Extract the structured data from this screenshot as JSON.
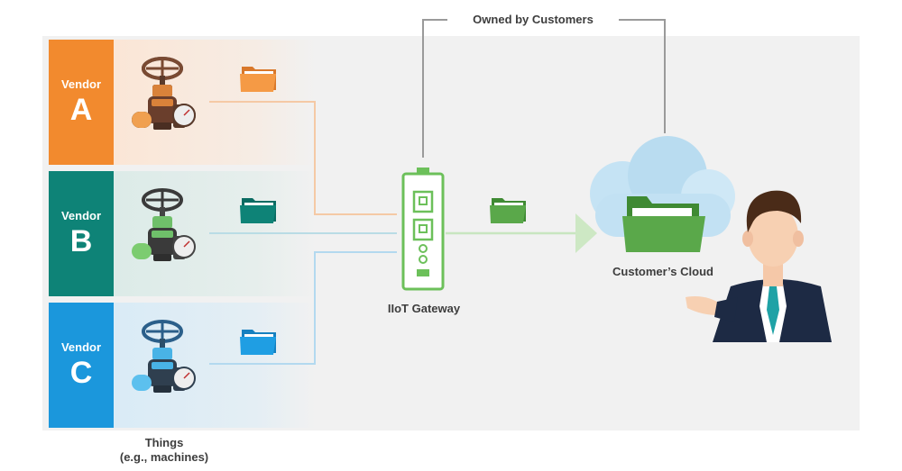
{
  "vendors": [
    {
      "word": "Vendor",
      "letter": "A",
      "color": "#f28a2e",
      "valve_color": "#d9823a"
    },
    {
      "word": "Vendor",
      "letter": "B",
      "color": "#0e8377",
      "valve_color": "#6fbf6a"
    },
    {
      "word": "Vendor",
      "letter": "C",
      "color": "#1b97dc",
      "valve_color": "#49b3e6"
    }
  ],
  "labels": {
    "things_line1": "Things",
    "things_line2": "(e.g., machines)",
    "gateway": "IIoT Gateway",
    "cloud": "Customer’s Cloud",
    "owned": "Owned by Customers"
  },
  "colors": {
    "gateway": "#6cc05a",
    "data_folder": "#5aa84a",
    "cloud": "#b9dcf0",
    "panel": "#f1f1f1"
  },
  "icons": [
    "valve-icon",
    "folder-icon",
    "gateway-device-icon",
    "cloud-icon",
    "person-icon"
  ]
}
